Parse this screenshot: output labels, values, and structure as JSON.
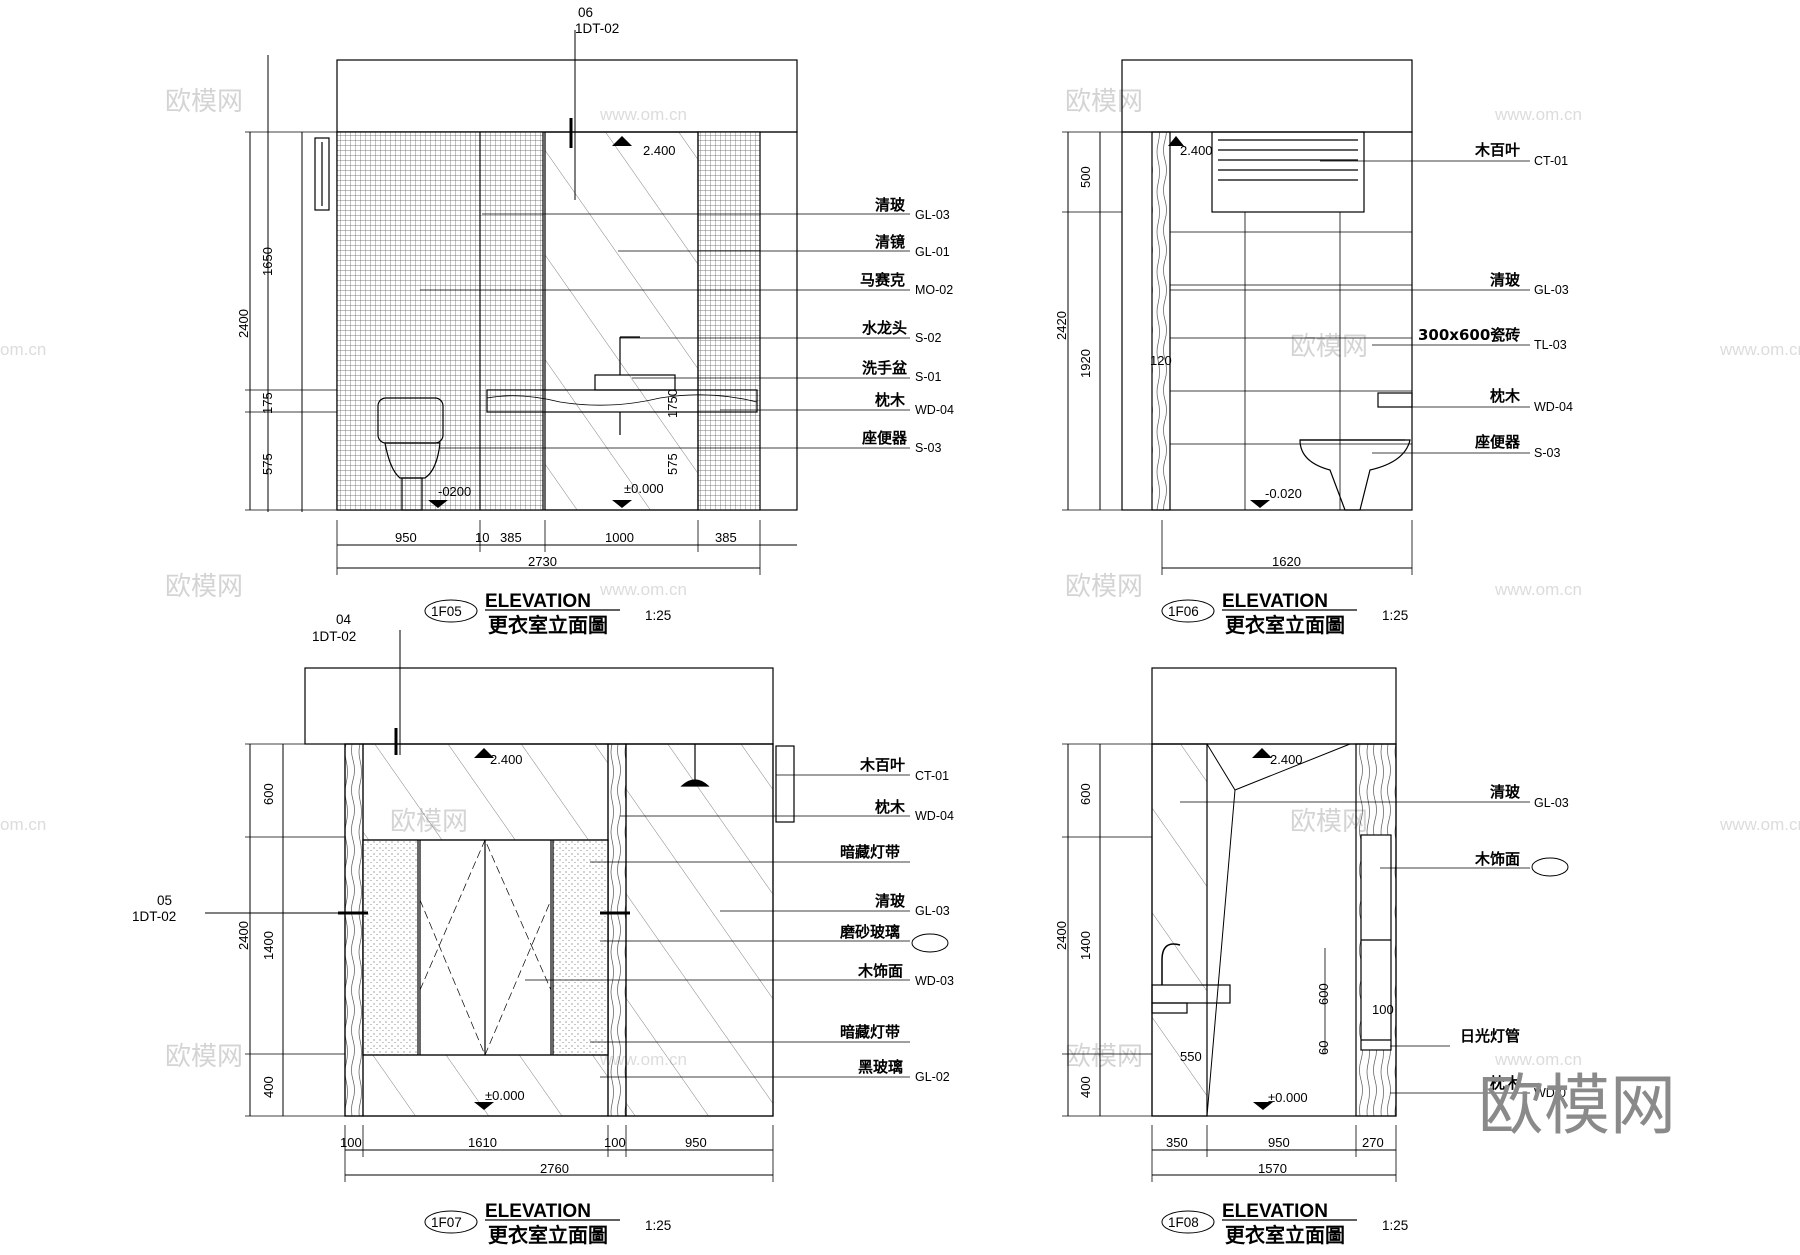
{
  "watermark": {
    "text": "欧模网",
    "url": "www.om.cn",
    "url_cut": "om.cn"
  },
  "panels": {
    "f05": {
      "tag": "1F05",
      "title_en": "ELEVATION",
      "title_cn": "更衣室立面圖",
      "scale": "1:25",
      "section": {
        "num": "06",
        "ref": "1DT-02"
      },
      "levels": {
        "ceiling": "2.400",
        "floor": "±0.000",
        "floor2": "-0200"
      },
      "dims_v": [
        "2400",
        "1650",
        "175",
        "575",
        "1750",
        "575"
      ],
      "dims_h": [
        "950",
        "10",
        "385",
        "1000",
        "385"
      ],
      "total": "2730",
      "labels": [
        {
          "cn": "清玻",
          "code": "GL-03"
        },
        {
          "cn": "清镜",
          "code": "GL-01"
        },
        {
          "cn": "马赛克",
          "code": "MO-02"
        },
        {
          "cn": "水龙头",
          "code": "S-02"
        },
        {
          "cn": "洗手盆",
          "code": "S-01"
        },
        {
          "cn": "枕木",
          "code": "WD-04"
        },
        {
          "cn": "座便器",
          "code": "S-03"
        }
      ]
    },
    "f06": {
      "tag": "1F06",
      "title_en": "ELEVATION",
      "title_cn": "更衣室立面圖",
      "scale": "1:25",
      "levels": {
        "ceiling": "2.400",
        "floor": "-0.020"
      },
      "dims_v": [
        "2420",
        "500",
        "1920",
        "120"
      ],
      "total": "1620",
      "labels": [
        {
          "cn": "木百叶",
          "code": "CT-01"
        },
        {
          "cn": "清玻",
          "code": "GL-03"
        },
        {
          "cn": "300x600瓷砖",
          "code": "TL-03"
        },
        {
          "cn": "枕木",
          "code": "WD-04"
        },
        {
          "cn": "座便器",
          "code": "S-03"
        }
      ]
    },
    "f07": {
      "tag": "1F07",
      "title_en": "ELEVATION",
      "title_cn": "更衣室立面圖",
      "scale": "1:25",
      "section_top": {
        "num": "04",
        "ref": "1DT-02"
      },
      "section_left": {
        "num": "05",
        "ref": "1DT-02"
      },
      "levels": {
        "ceiling": "2.400",
        "floor": "±0.000"
      },
      "dims_v": [
        "2400",
        "600",
        "1400",
        "400"
      ],
      "dims_h": [
        "100",
        "1610",
        "100",
        "950"
      ],
      "total": "2760",
      "labels": [
        {
          "cn": "木百叶",
          "code": "CT-01"
        },
        {
          "cn": "枕木",
          "code": "WD-04"
        },
        {
          "cn": "暗藏灯带",
          "code": ""
        },
        {
          "cn": "清玻",
          "code": "GL-03"
        },
        {
          "cn": "磨砂玻璃",
          "code": ""
        },
        {
          "cn": "木饰面",
          "code": "WD-03"
        },
        {
          "cn": "暗藏灯带",
          "code": ""
        },
        {
          "cn": "黑玻璃",
          "code": "GL-02"
        }
      ]
    },
    "f08": {
      "tag": "1F08",
      "title_en": "ELEVATION",
      "title_cn": "更衣室立面圖",
      "scale": "1:25",
      "levels": {
        "ceiling": "2.400",
        "floor": "±0.000"
      },
      "dims_v": [
        "2400",
        "600",
        "1400",
        "400",
        "600",
        "60",
        "100",
        "550"
      ],
      "dims_h": [
        "350",
        "950",
        "270"
      ],
      "total": "1570",
      "labels": [
        {
          "cn": "清玻",
          "code": "GL-03"
        },
        {
          "cn": "木饰面",
          "code": ""
        },
        {
          "cn": "日光灯管",
          "code": ""
        },
        {
          "cn": "枕木",
          "code": "WD-0"
        }
      ]
    }
  }
}
